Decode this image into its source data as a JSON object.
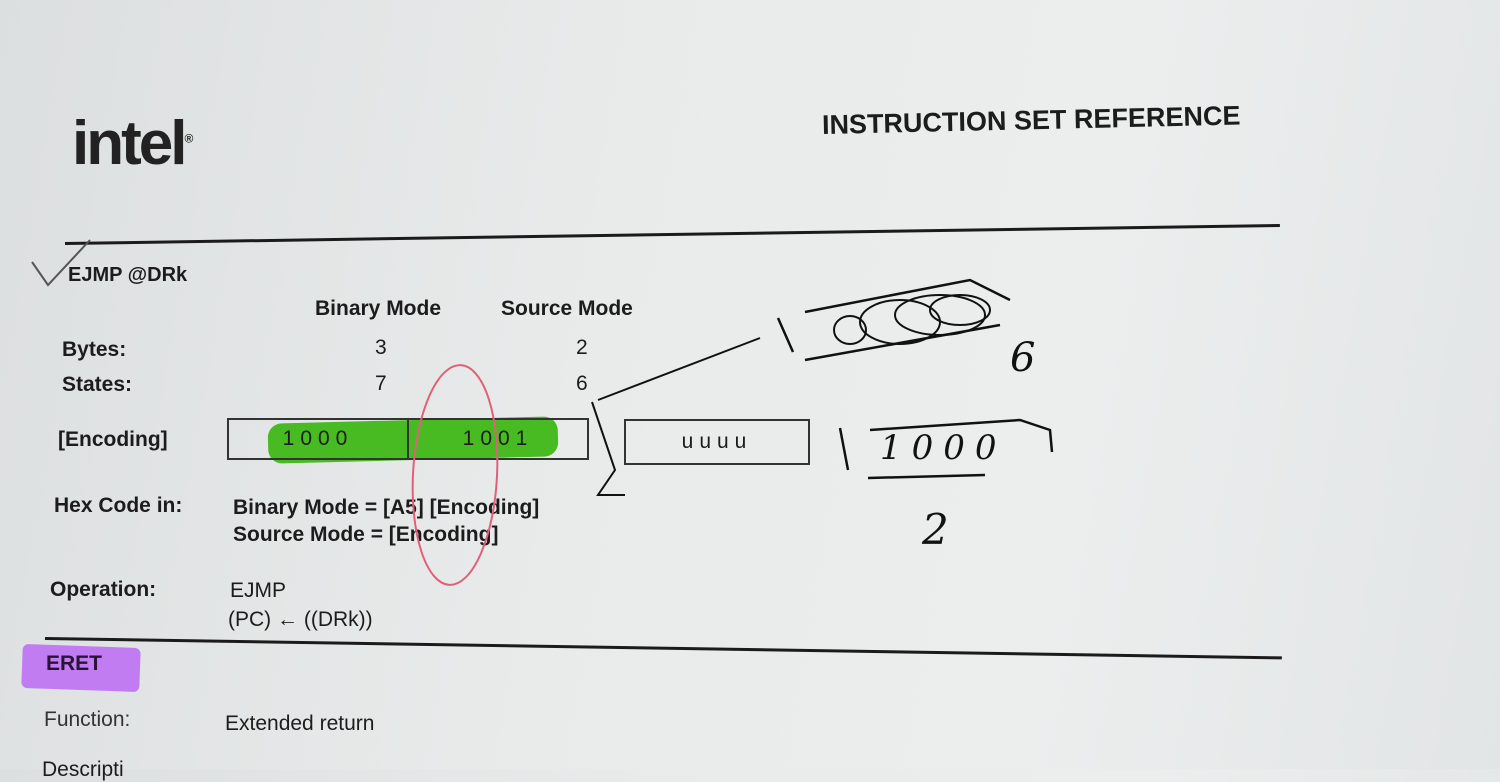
{
  "header": {
    "logo": "intel",
    "logo_mark": "®",
    "title": "INSTRUCTION SET REFERENCE"
  },
  "ejmp": {
    "title": "EJMP @DRk",
    "columns": [
      "Binary Mode",
      "Source Mode"
    ],
    "rows": [
      {
        "label": "Bytes:",
        "binary": "3",
        "source": "2"
      },
      {
        "label": "States:",
        "binary": "7",
        "source": "6"
      }
    ],
    "encoding_label": "[Encoding]",
    "encoding_cells": [
      "1000",
      "1001",
      "uuuu"
    ],
    "hex_label": "Hex Code in:",
    "hex_lines": [
      "Binary Mode = [A5] [Encoding]",
      "Source Mode = [Encoding]"
    ],
    "operation_label": "Operation:",
    "operation_lines": [
      "EJMP",
      "(PC) ← ((DRk))"
    ]
  },
  "eret": {
    "title": "ERET",
    "function_label": "Function:",
    "function_value": "Extended return",
    "next_label_partial": "Descripti"
  },
  "annotations": {
    "handwritten_bits": "1000",
    "handwritten_digit_top": "6",
    "handwritten_digit_bottom": "2",
    "green_highlight": "#3fb818",
    "purple_highlight": "#c27cf2",
    "pink_pen": "#e0607a"
  }
}
